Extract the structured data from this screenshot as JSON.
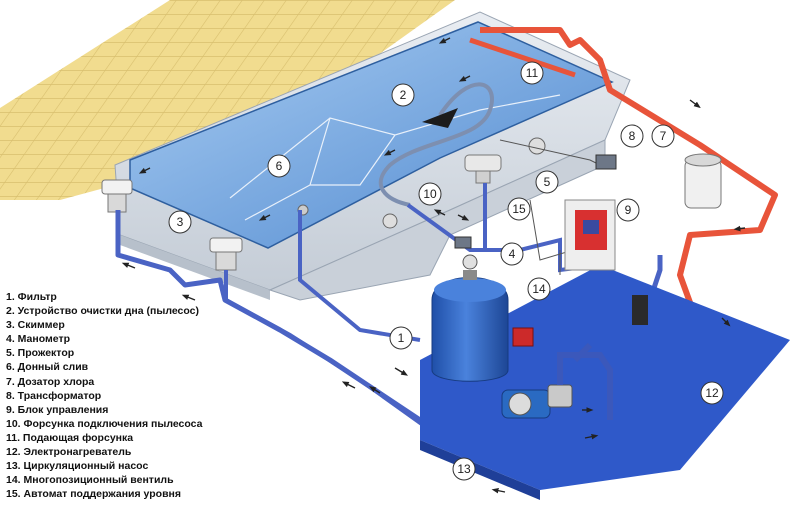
{
  "legend": [
    "1. Фильтр",
    "2. Устройство очистки дна (пылесос)",
    "3. Скиммер",
    "4. Манометр",
    "5. Прожектор",
    "6. Донный слив",
    "7. Дозатор хлора",
    "8. Трансформатор",
    "9. Блок управления",
    "10. Форсунка подключения пылесоса",
    "11. Подающая форсунка",
    "12. Электронагреватель",
    "13. Циркуляционный насос",
    "14. Многопозиционный вентиль",
    "15. Автомат поддержания уровня"
  ],
  "callouts": [
    "1",
    "2",
    "3",
    "4",
    "5",
    "6",
    "7",
    "8",
    "9",
    "10",
    "11",
    "12",
    "13",
    "14",
    "15"
  ],
  "colors": {
    "tile": "#f1dc8f",
    "tile_grout": "#d9c070",
    "water": "#5b95d4",
    "water_light": "#9cc3ec",
    "pool_wall": "#d6dce4",
    "supply_pipe": "#e8543a",
    "return_pipe": "#4a63c4",
    "equipment_floor": "#2f59c9",
    "filter_tank": "#3166c8"
  }
}
